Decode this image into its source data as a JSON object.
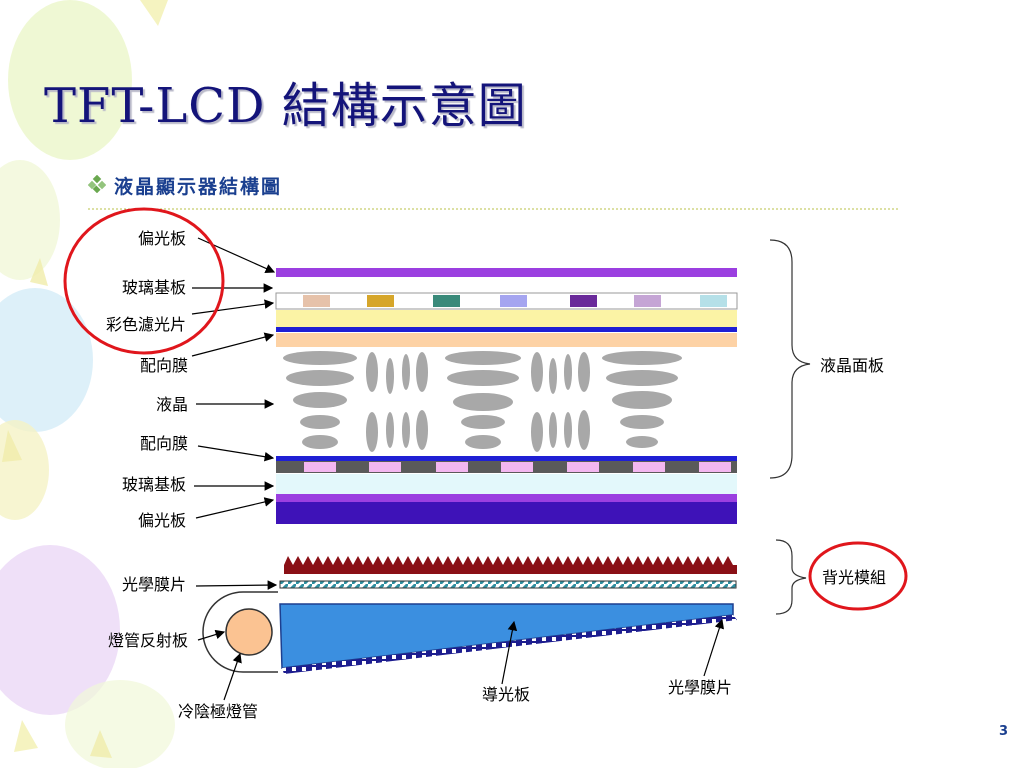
{
  "title": "TFT-LCD 結構示意圖",
  "subtitle": "液晶顯示器結構圖",
  "page_number": "3",
  "labels": {
    "polarizer_top": "偏光板",
    "glass_top": "玻璃基板",
    "color_filter": "彩色濾光片",
    "alignment_top": "配向膜",
    "liquid_crystal": "液晶",
    "alignment_bottom": "配向膜",
    "glass_bottom": "玻璃基板",
    "polarizer_bottom": "偏光板",
    "optical_film_left": "光學膜片",
    "lamp_reflector": "燈管反射板",
    "ccfl": "冷陰極燈管",
    "light_guide": "導光板",
    "optical_film_bottom": "光學膜片",
    "lcd_panel": "液晶面板",
    "backlight_module": "背光模組"
  },
  "colors": {
    "title": "#14147a",
    "accent_red": "#e0161c",
    "polarizer": "#9b3fe0",
    "deep_blue": "#3e12b8",
    "light_guide": "#3b8fe0"
  }
}
